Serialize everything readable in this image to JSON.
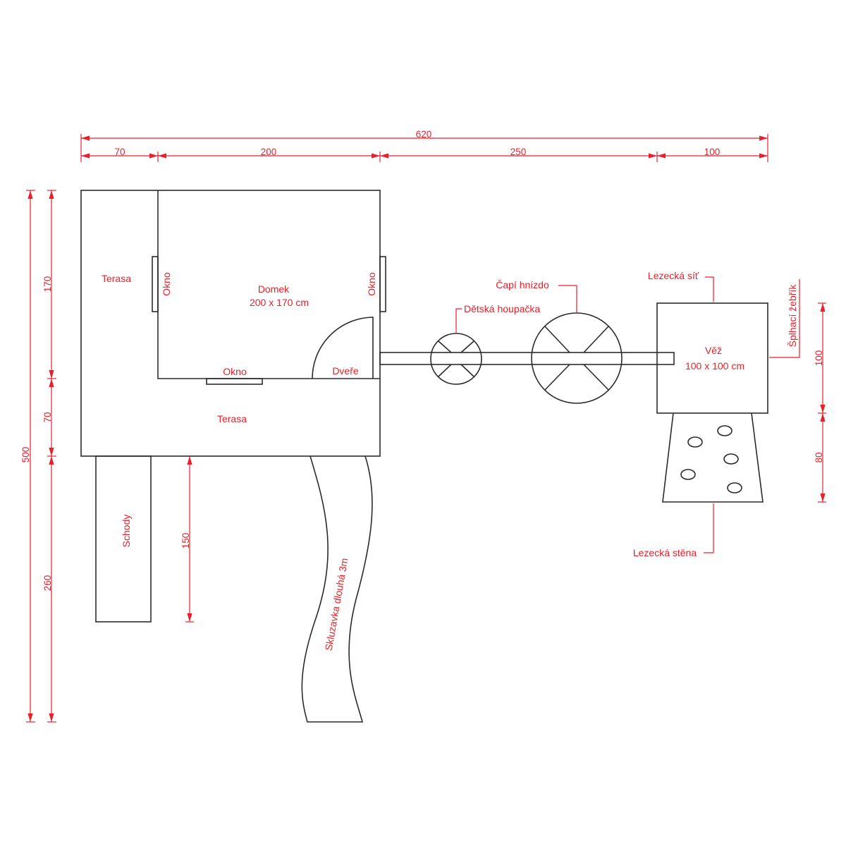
{
  "colors": {
    "annotation": "#e8202a",
    "outline": "#2b2b2b"
  },
  "dimensions": {
    "total_width": "620",
    "widths": [
      "70",
      "200",
      "250",
      "100"
    ],
    "total_height": "500",
    "heights": [
      "170",
      "70",
      "260"
    ],
    "stairs_length": "150",
    "tower_heights": [
      "100",
      "80"
    ]
  },
  "labels": {
    "terasa_left": "Terasa",
    "okno_left": "Okno",
    "domek": "Domek",
    "domek_size": "200 x 170 cm",
    "okno_right": "Okno",
    "okno_bottom": "Okno",
    "dvere": "Dveře",
    "terasa_bottom": "Terasa",
    "schody": "Schody",
    "skluzavka": "Skluzavka dlouhá 3m",
    "houpacka": "Dětská houpačka",
    "capi_hnizdo": "Čapí hnízdo",
    "lezecka_sit": "Lezecká síť",
    "vez": "Věž",
    "vez_size": "100 x 100 cm",
    "splhaci_zebrik": "Šplhací žebřík",
    "lezecka_stena": "Lezecká stěna"
  }
}
